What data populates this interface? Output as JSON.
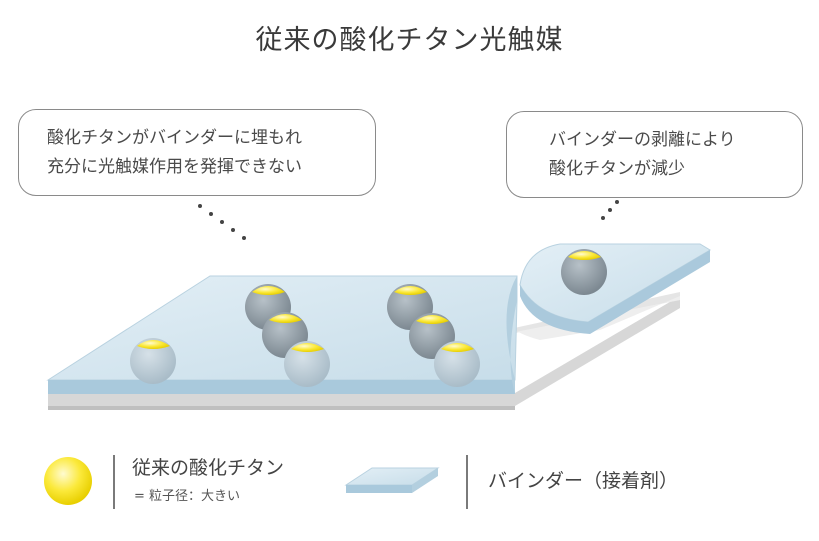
{
  "title": "従来の酸化チタン光触媒",
  "callouts": {
    "left": {
      "line1": "酸化チタンがバインダーに埋もれ",
      "line2": "充分に光触媒作用を発揮できない"
    },
    "right": {
      "line1": "バインダーの剥離により",
      "line2": "酸化チタンが減少"
    }
  },
  "legend": {
    "particle": {
      "label": "従来の酸化チタン",
      "sub": "= 粒子径：大きい"
    },
    "binder": {
      "label": "バインダー（接着剤）"
    }
  },
  "colors": {
    "particle_yellow": "#f7e51a",
    "particle_gray": "#8e9aa3",
    "binder_blue": "#cfe3ee",
    "substrate_gray": "#d9d9d9"
  }
}
